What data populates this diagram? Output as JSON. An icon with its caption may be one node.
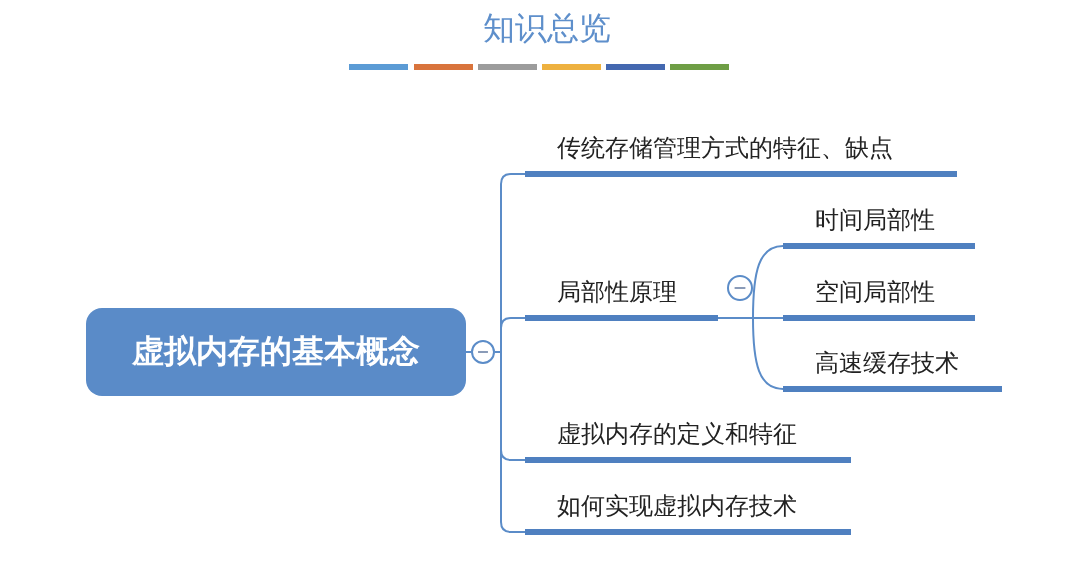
{
  "diagram": {
    "title": "知识总览",
    "nodes": [
      {
        "text": [
          "虚拟内存的基本概念"
        ]
      },
      {
        "text": [],
        "shape": "circle"
      },
      {
        "text": [
          "传统存储管理方式的特征、缺点"
        ]
      },
      {
        "text": [
          "局部性原理"
        ]
      },
      {
        "text": [
          "时间局部性"
        ]
      },
      {
        "text": [
          "空间局部性"
        ]
      },
      {
        "text": [
          "高速缓存技术"
        ]
      },
      {
        "text": [
          "虚拟内存的定义和特征"
        ]
      },
      {
        "text": [
          "如何实现虚拟内存技术"
        ]
      }
    ],
    "edges": [
      {
        "from": 0,
        "to": 1,
        "arrow": "none"
      },
      {
        "from": 1,
        "to": 2,
        "arrow": "none"
      },
      {
        "from": 1,
        "to": 3,
        "arrow": "none"
      },
      {
        "from": 3,
        "to": 4,
        "arrow": "none"
      },
      {
        "from": 3,
        "to": 5,
        "arrow": "none"
      },
      {
        "from": 3,
        "to": 6,
        "arrow": "none"
      },
      {
        "from": 1,
        "to": 7,
        "arrow": "none"
      },
      {
        "from": 1,
        "to": 8,
        "arrow": "none"
      }
    ]
  }
}
